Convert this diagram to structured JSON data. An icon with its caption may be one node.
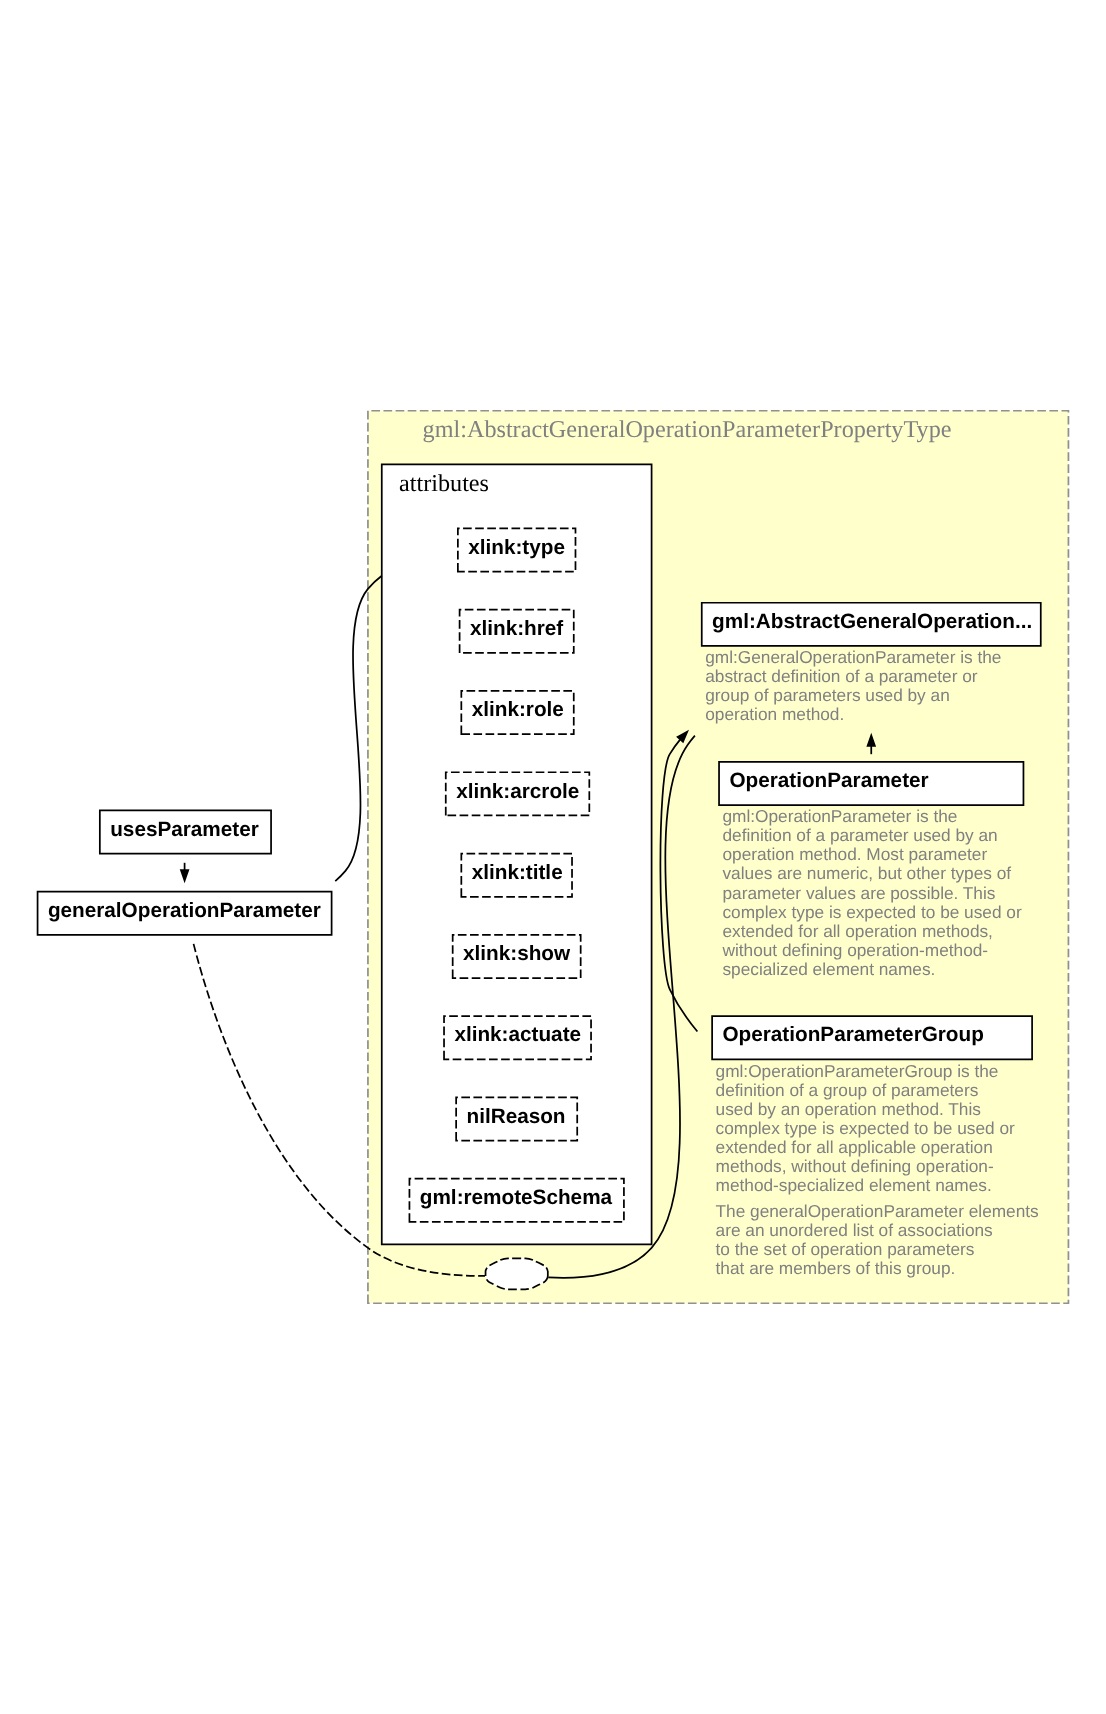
{
  "diagram": {
    "nodes": [
      {
        "text": [
          "generalOperationParameter"
        ]
      },
      {
        "text": [
          "usesParameter"
        ]
      },
      {
        "text": [
          "gml:AbstractGeneralOperationParameterPropertyType"
        ]
      },
      {
        "text": [
          "attributes"
        ],
        "in": 2
      },
      {
        "text": [
          "xlink:type"
        ],
        "in": 3
      },
      {
        "text": [
          "xlink:href"
        ],
        "in": 3
      },
      {
        "text": [
          "xlink:role"
        ],
        "in": 3
      },
      {
        "text": [
          "xlink:arcrole"
        ],
        "in": 3
      },
      {
        "text": [
          "xlink:title"
        ],
        "in": 3
      },
      {
        "text": [
          "xlink:show"
        ],
        "in": 3
      },
      {
        "text": [
          "xlink:actuate"
        ],
        "in": 3
      },
      {
        "text": [
          "nilReason"
        ],
        "in": 3
      },
      {
        "text": [
          "gml:remoteSchema"
        ],
        "in": 3
      },
      {
        "text": [],
        "shape": "octagon",
        "in": 2
      },
      {
        "text": [
          "gml:AbstractGeneralOperation..."
        ],
        "in": 2,
        "beside": [
          "gml:GeneralOperationParameter is the abstract definition of a parameter or group of parameters used by an operation method."
        ]
      },
      {
        "text": [
          "OperationParameter"
        ],
        "in": 2,
        "beside": [
          "gml:OperationParameter is the definition of a parameter used by an operation method. Most parameter values are numeric, but other types of parameter values are possible. This complex type is expected to be used or extended for all operation methods, without defining operation-method-specialized element names."
        ]
      },
      {
        "text": [
          "OperationParameterGroup"
        ],
        "in": 2,
        "beside": [
          "gml:OperationParameterGroup is the definition of a group of parameters used by an operation method. This complex type is expected to be used or extended for all applicable operation methods, without defining operation-method-specialized element names.",
          "The generalOperationParameter elements are an unordered list of associations to the set of operation parameters that are members of this group."
        ]
      }
    ],
    "edges": [
      {
        "from": 1,
        "to": 0,
        "arrow": "to"
      },
      {
        "from": 0,
        "to": 3,
        "arrow": "none"
      },
      {
        "from": 0,
        "to": 13,
        "arrow": "none",
        "style": "dashed"
      },
      {
        "from": 13,
        "to": 14,
        "arrow": "none"
      },
      {
        "from": 15,
        "to": 14,
        "arrow": "to"
      },
      {
        "from": 16,
        "to": 14,
        "arrow": "to"
      }
    ]
  }
}
